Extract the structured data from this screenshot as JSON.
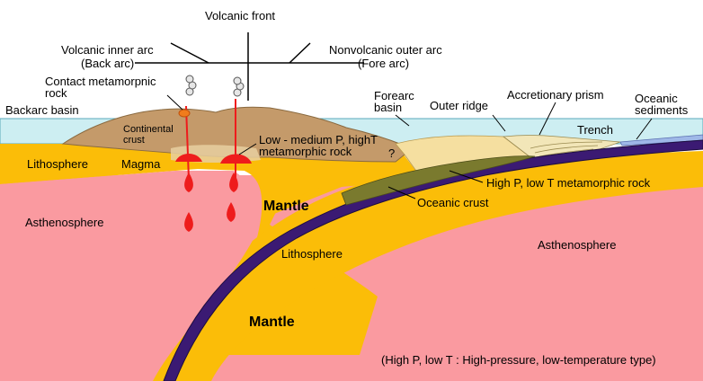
{
  "labels": {
    "volcanic_front": "Volcanic front",
    "inner_arc_1": "Volcanic inner arc",
    "inner_arc_2": "(Back arc)",
    "outer_arc_1": "Nonvolcanic outer arc",
    "outer_arc_2": "(Fore arc)",
    "contact_meta_1": "Contact metamorpnic",
    "contact_meta_2": "rock",
    "backarc_basin": "Backarc basin",
    "continental_1": "Continental",
    "continental_2": "crust",
    "lithosphere_left": "Lithosphere",
    "magma": "Magma",
    "low_medium_1": "Low - medium P, highT",
    "low_medium_2": "metamorphic rock",
    "question": "?",
    "forearc_1": "Forearc",
    "forearc_2": "basin",
    "outer_ridge": "Outer ridge",
    "accretionary_prism": "Accretionary prism",
    "oceanic_sed_1": "Oceanic",
    "oceanic_sed_2": "sediments",
    "trench": "Trench",
    "high_p": "High P, low T metamorphic rock",
    "oceanic_crust": "Oceanic crust",
    "mantle_upper": "Mantle",
    "asthenosphere_left": "Asthenosphere",
    "lithosphere_center": "Lithosphere",
    "asthenosphere_right": "Asthenosphere",
    "mantle_lower": "Mantle",
    "legend_note": "(High P, low T : High-pressure, low-temperature type)"
  },
  "colors": {
    "sea": "#cdeef2",
    "asthenosphere": "#fa9aa0",
    "lithosphere": "#fbbd08",
    "continental_crust": "#c49a6a",
    "forearc": "#f5dfa0",
    "oceanic_crust": "#3b1a73",
    "metamorphic": "#7a7a2e",
    "magma": "#ee1c1c",
    "contact_meta": "#f07c1c"
  }
}
